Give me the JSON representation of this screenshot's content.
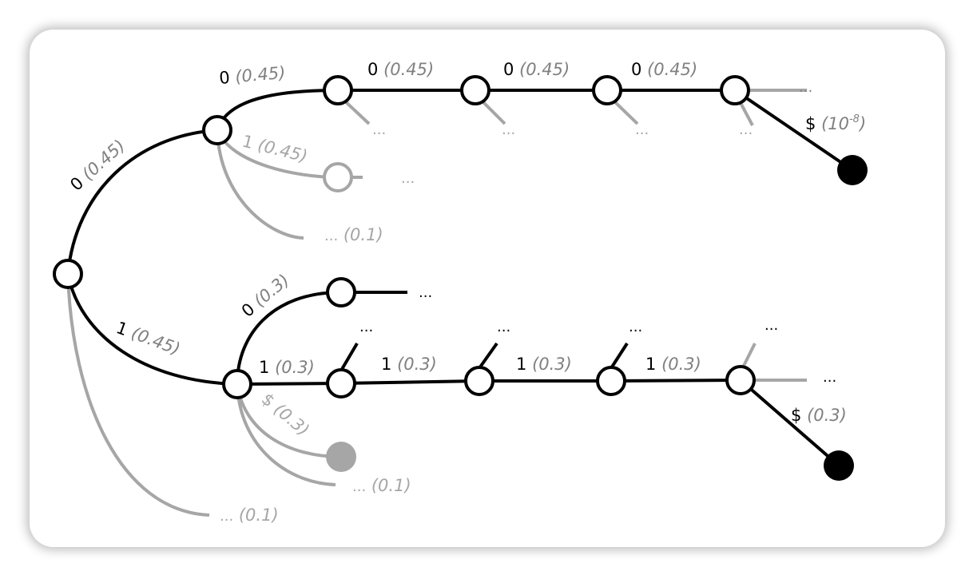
{
  "colors": {
    "active": "#000000",
    "inactive": "#a6a6a6",
    "probability": "#808080"
  },
  "ellipsis": "...",
  "labels": {
    "root_to_a": {
      "sym": "0",
      "p": "(0.45)"
    },
    "a_to_top1": {
      "sym": "0",
      "p": "(0.45)"
    },
    "a_to_gray": {
      "sym": "1",
      "p": "(0.45)"
    },
    "a_other": {
      "p": "(0.1)"
    },
    "top1_to_top2": {
      "sym": "0",
      "p": "(0.45)"
    },
    "top2_to_top3": {
      "sym": "0",
      "p": "(0.45)"
    },
    "top3_to_top4": {
      "sym": "0",
      "p": "(0.45)"
    },
    "top_end": {
      "sym": "$",
      "p_base": "(10",
      "p_exp": "-8",
      "p_close": ")"
    },
    "root_to_b": {
      "sym": "1",
      "p": "(0.45)"
    },
    "root_other": {
      "p": "(0.1)"
    },
    "b_to_c": {
      "sym": "0",
      "p": "(0.3)"
    },
    "b_to_bot1": {
      "sym": "1",
      "p": "(0.3)"
    },
    "b_end": {
      "sym": "$",
      "p": "(0.3)"
    },
    "b_other": {
      "p": "(0.1)"
    },
    "bot1_to_bot2": {
      "sym": "1",
      "p": "(0.3)"
    },
    "bot2_to_bot3": {
      "sym": "1",
      "p": "(0.3)"
    },
    "bot3_to_bot4": {
      "sym": "1",
      "p": "(0.3)"
    },
    "bot_end": {
      "sym": "$",
      "p": "(0.3)"
    }
  }
}
